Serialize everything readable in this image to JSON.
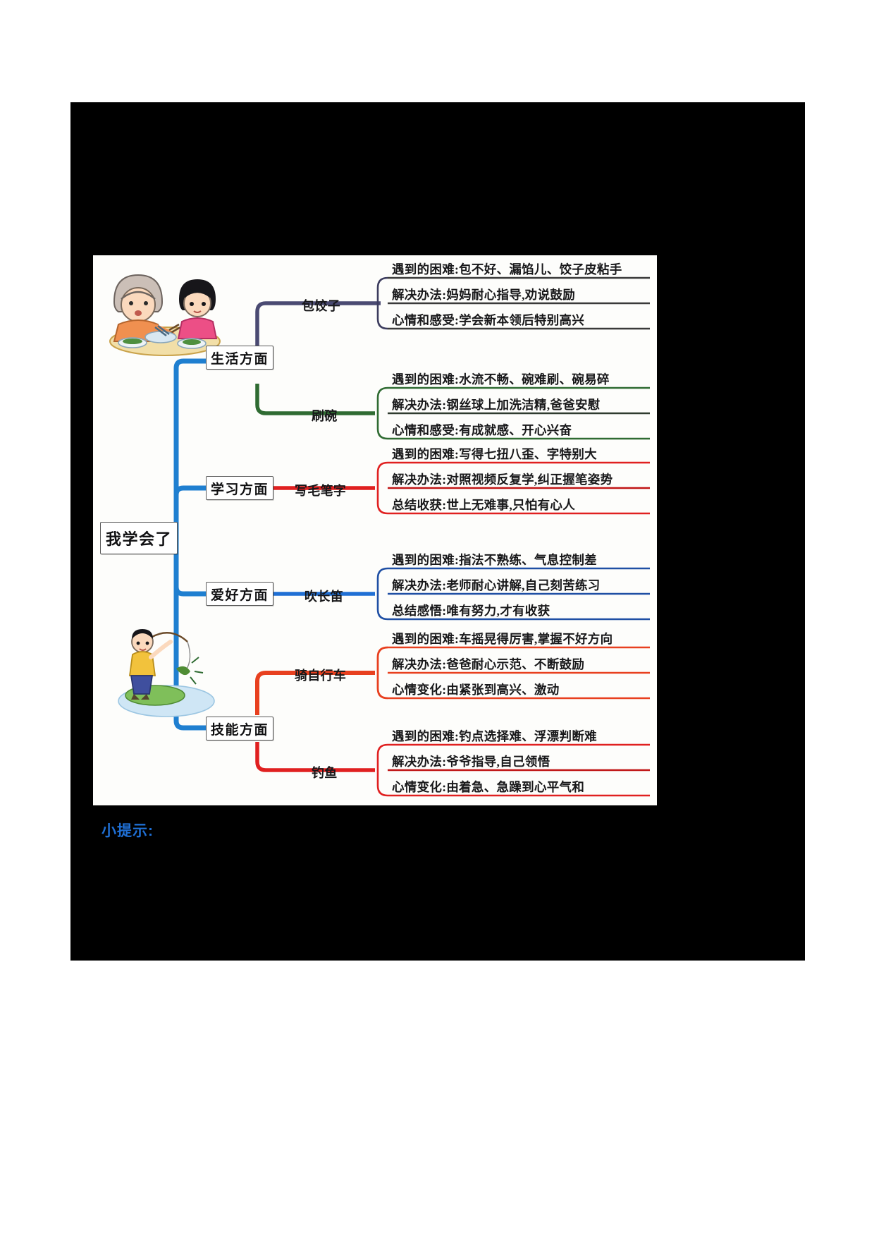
{
  "page": {
    "background": "#ffffff",
    "panel_color": "#000000",
    "card_color": "#fdfdfb"
  },
  "hint": {
    "label": "小提示:",
    "color": "#1f6fd4"
  },
  "mindmap": {
    "center": "我学会了",
    "colors": {
      "trunk": "#1f7fd0",
      "life": "#4a4a72",
      "dish": "#2f6b32",
      "study": "#e02020",
      "hobby": "#1f6fd4",
      "bike": "#e8401f",
      "fish": "#e02020"
    },
    "branches": [
      {
        "id": "life",
        "label": "生活方面",
        "color": "#1f7fd0",
        "topics": [
          {
            "label": "包饺子",
            "color": "#4a4a72",
            "lines": [
              "遇到的困难:包不好、漏馅儿、饺子皮粘手",
              "解决办法:妈妈耐心指导,劝说鼓励",
              "心情和感受:学会新本领后特别高兴"
            ]
          },
          {
            "label": "刷碗",
            "color": "#2f6b32",
            "lines": [
              "遇到的困难:水流不畅、碗难刷、碗易碎",
              "解决办法:钢丝球上加洗洁精,爸爸安慰",
              "心情和感受:有成就感、开心兴奋"
            ]
          }
        ]
      },
      {
        "id": "study",
        "label": "学习方面",
        "color": "#1f7fd0",
        "topics": [
          {
            "label": "写毛笔字",
            "color": "#e02020",
            "lines": [
              "遇到的困难:写得七扭八歪、字特别大",
              "解决办法:对照视频反复学,纠正握笔姿势",
              "总结收获:世上无难事,只怕有心人"
            ]
          }
        ]
      },
      {
        "id": "hobby",
        "label": "爱好方面",
        "color": "#1f7fd0",
        "topics": [
          {
            "label": "吹长笛",
            "color": "#1f6fd4",
            "lines": [
              "遇到的困难:指法不熟练、气息控制差",
              "解决办法:老师耐心讲解,自己刻苦练习",
              "总结感悟:唯有努力,才有收获"
            ]
          }
        ]
      },
      {
        "id": "skill",
        "label": "技能方面",
        "color": "#1f7fd0",
        "topics": [
          {
            "label": "骑自行车",
            "color": "#e8401f",
            "lines": [
              "遇到的困难:车摇晃得厉害,掌握不好方向",
              "解决办法:爸爸耐心示范、不断鼓励",
              "心情变化:由紧张到高兴、激动"
            ]
          },
          {
            "label": "钓鱼",
            "color": "#e02020",
            "lines": [
              "遇到的困难:钓点选择难、浮漂判断难",
              "解决办法:爷爷指导,自己领悟",
              "心情变化:由着急、急躁到心平气和"
            ]
          }
        ]
      }
    ],
    "illustrations": [
      {
        "name": "grandma-and-girl-eating-dumplings"
      },
      {
        "name": "boy-fishing-at-pond"
      }
    ]
  }
}
